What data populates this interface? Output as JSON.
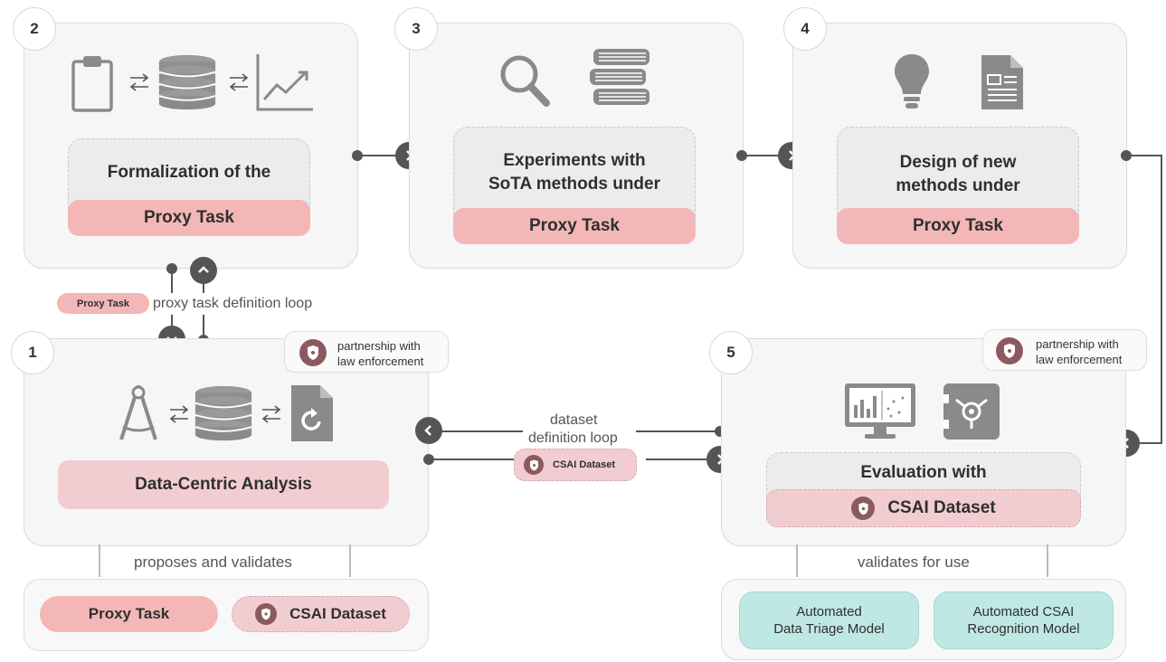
{
  "steps": {
    "s1": {
      "number": "1",
      "title": "Data-Centric Analysis"
    },
    "s2": {
      "number": "2",
      "title": "Formalization of the",
      "pill": "Proxy Task"
    },
    "s3": {
      "number": "3",
      "title_line1": "Experiments with",
      "title_line2": "SoTA methods under",
      "pill": "Proxy Task"
    },
    "s4": {
      "number": "4",
      "title_line1": "Design of new",
      "title_line2": "methods under",
      "pill": "Proxy Task"
    },
    "s5": {
      "number": "5",
      "title": "Evaluation with",
      "pill": "CSAI Dataset"
    }
  },
  "loops": {
    "proxy_tag": "Proxy Task",
    "proxy_label": "proxy task definition loop",
    "dataset_label_line1": "dataset",
    "dataset_label_line2": "definition loop",
    "dataset_tag": "CSAI Dataset"
  },
  "partnership": {
    "line1": "partnership with",
    "line2": "law enforcement"
  },
  "outputs": {
    "left_caption": "proposes and validates",
    "left_pill1": "Proxy Task",
    "left_pill2": "CSAI Dataset",
    "right_caption": "validates for use",
    "right_pill1_line1": "Automated",
    "right_pill1_line2": "Data Triage Model",
    "right_pill2_line1": "Automated CSAI",
    "right_pill2_line2": "Recognition Model"
  },
  "icons": [
    "clipboard-icon",
    "database-icon",
    "chart-line-icon",
    "search-icon",
    "books-icon",
    "lightbulb-icon",
    "document-icon",
    "compass-icon",
    "refresh-file-icon",
    "monitor-chart-icon",
    "robot-device-icon",
    "shield-badge-icon"
  ],
  "colors": {
    "proxy_pink": "#f3b7b7",
    "dataset_pink": "#f1cdd1",
    "teal": "#bfe8e4",
    "badge": "#8b5a5f",
    "connector": "#555555"
  }
}
